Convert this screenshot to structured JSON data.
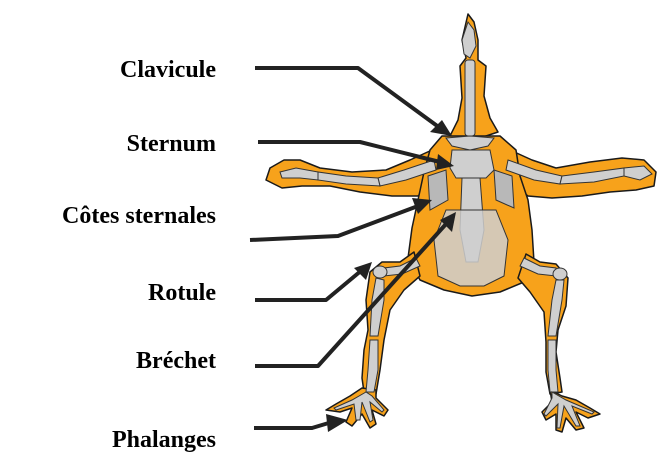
{
  "labels": [
    {
      "name": "label-clavicule",
      "text": "Clavicule"
    },
    {
      "name": "label-sternum",
      "text": "Sternum"
    },
    {
      "name": "label-cotes-sternales",
      "text": "Côtes sternales"
    },
    {
      "name": "label-rotule",
      "text": "Rotule"
    },
    {
      "name": "label-brechet",
      "text": "Bréchet"
    },
    {
      "name": "label-phalanges",
      "text": "Phalanges"
    }
  ],
  "colors": {
    "body": "#F7A21B",
    "bone": "#CFCFCF",
    "outline": "#1a1a1a",
    "arrow": "#222222"
  }
}
